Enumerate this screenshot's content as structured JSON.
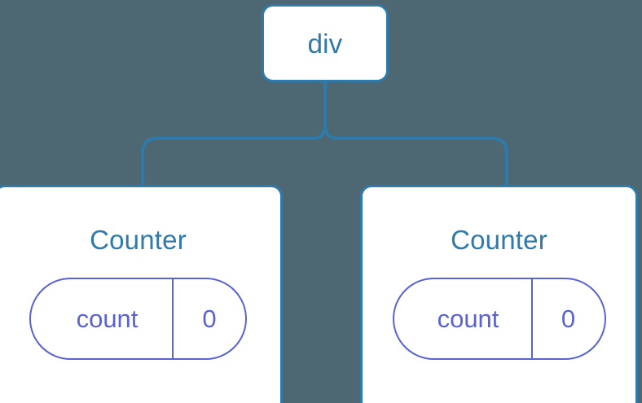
{
  "diagram": {
    "type": "component-tree",
    "background_color": "#4d6872",
    "node_stroke_color": "#2e7aab",
    "node_fill_color": "#ffffff",
    "state_stroke_color": "#5b63d3",
    "root": {
      "label": "div"
    },
    "children": [
      {
        "label": "Counter",
        "state": {
          "key": "count",
          "value": "0"
        }
      },
      {
        "label": "Counter",
        "state": {
          "key": "count",
          "value": "0"
        }
      }
    ]
  }
}
